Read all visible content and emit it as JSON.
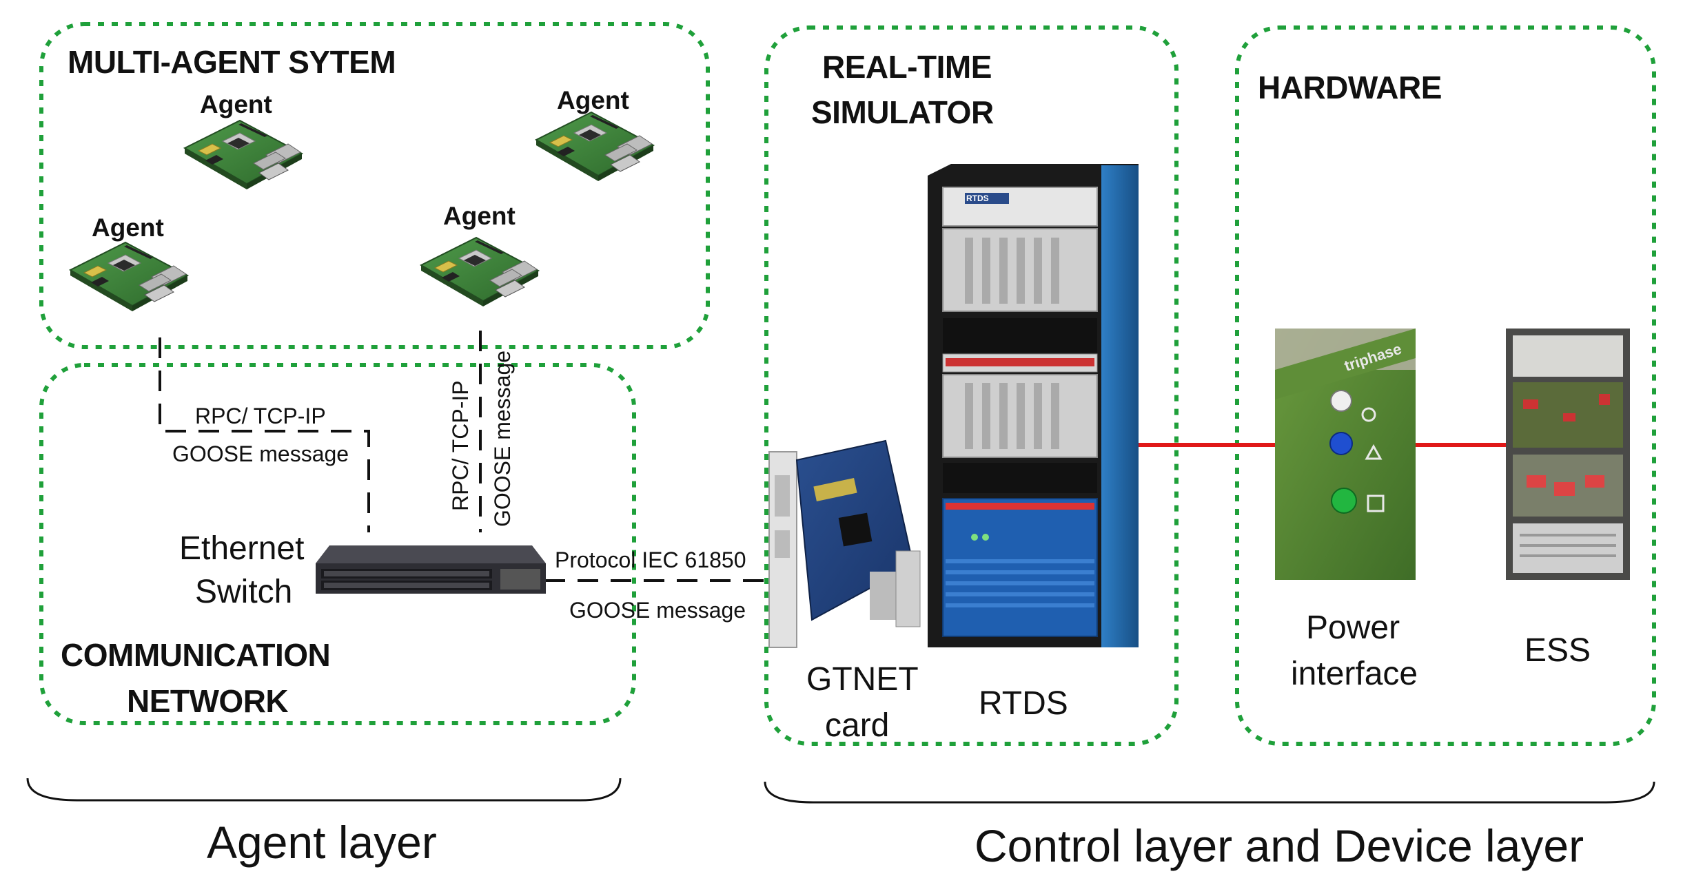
{
  "groups": {
    "multi_agent": {
      "title": "MULTI-AGENT SYTEM"
    },
    "communication": {
      "title_line1": "COMMUNICATION",
      "title_line2": "NETWORK"
    },
    "simulator": {
      "title_line1": "REAL-TIME",
      "title_line2": "SIMULATOR"
    },
    "hardware": {
      "title": "HARDWARE"
    }
  },
  "agents": [
    "Agent",
    "Agent",
    "Agent",
    "Agent"
  ],
  "switch": {
    "line1": "Ethernet",
    "line2": "Switch"
  },
  "links": {
    "agent1_protocol": "RPC/ TCP-IP",
    "agent1_message": "GOOSE message",
    "agent2_protocol": "RPC/ TCP-IP",
    "agent2_message": "GOOSE message",
    "gtnet_protocol": "Protocol IEC 61850",
    "gtnet_message": "GOOSE message"
  },
  "devices": {
    "gtnet_line1": "GTNET",
    "gtnet_line2": "card",
    "rtds": "RTDS",
    "power_line1": "Power",
    "power_line2": "interface",
    "ess": "ESS",
    "rtds_badge": "RTDS",
    "triphase": "triphase"
  },
  "layers": {
    "agent": "Agent layer",
    "control_device": "Control layer and Device layer"
  },
  "colors": {
    "group_border": "#1fa03a",
    "power_line": "#e01818",
    "comm_line": "#111111",
    "rack": "#1d6cb4"
  }
}
